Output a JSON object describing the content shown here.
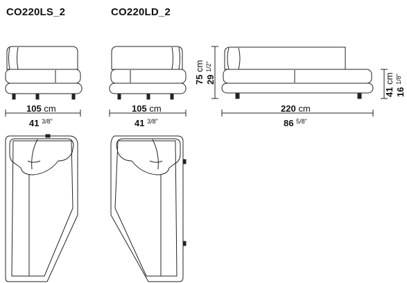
{
  "models": [
    {
      "code": "CO220LS_2"
    },
    {
      "code": "CO220LD_2"
    }
  ],
  "dimensions": {
    "ls_width": {
      "value": "105",
      "unit": "cm",
      "inch_whole": "41",
      "inch_frac": "3/8\""
    },
    "ld_width": {
      "value": "105",
      "unit": "cm",
      "inch_whole": "41",
      "inch_frac": "3/8\""
    },
    "ld_height": {
      "value": "75",
      "unit": "cm",
      "inch_whole": "29",
      "inch_frac": "1/2\""
    },
    "side_width": {
      "value": "220",
      "unit": "cm",
      "inch_whole": "86",
      "inch_frac": "5/8\""
    },
    "side_seat_height": {
      "value": "41",
      "unit": "cm",
      "inch_whole": "16",
      "inch_frac": "1/8\""
    }
  },
  "colors": {
    "line": "#222222",
    "background": "#ffffff"
  }
}
